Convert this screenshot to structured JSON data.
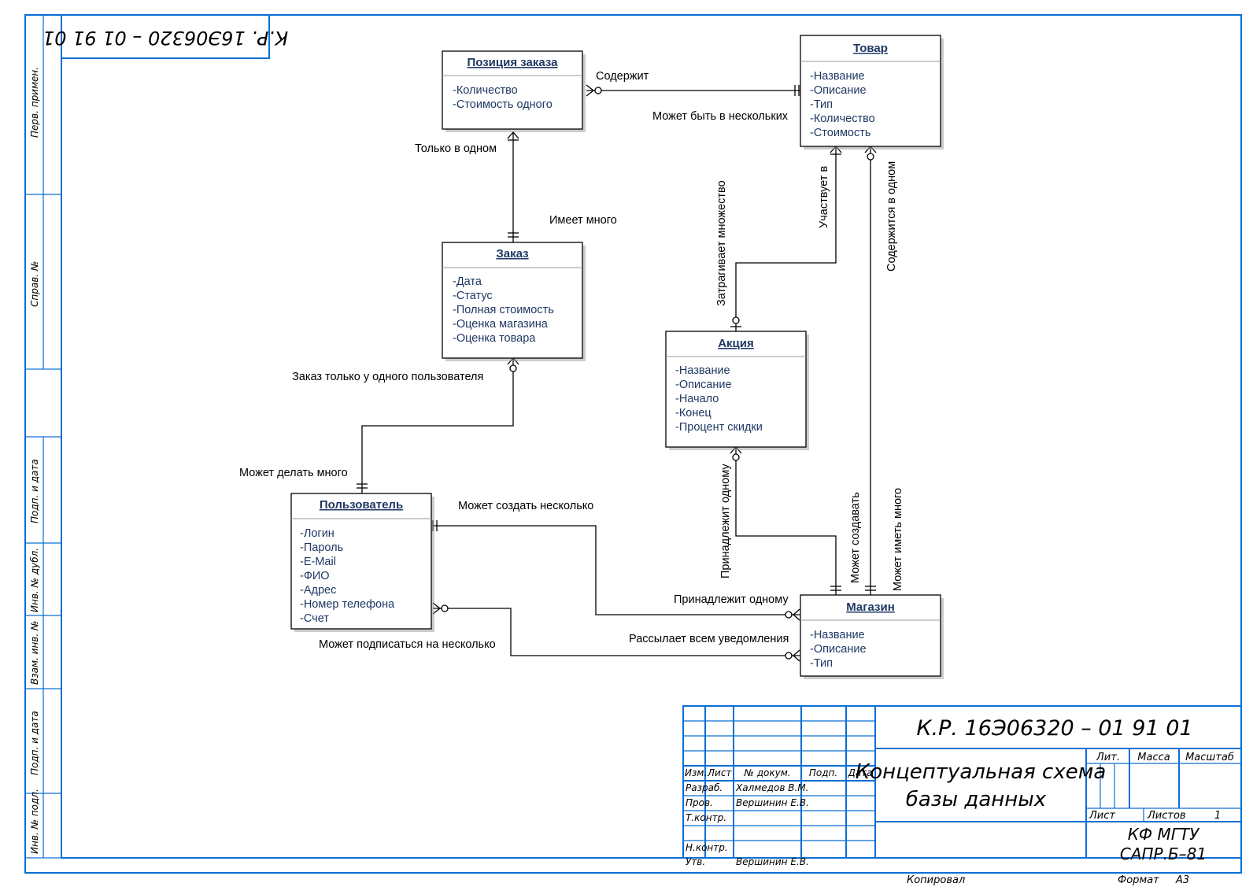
{
  "stamp_code_rotated": "К.Р. 16Э06320 – 01 91 01",
  "side_labels": [
    "Перв. примен.",
    "Справ. №",
    "Подп. и дата",
    "Инв. № дубл.",
    "Взам. инв. №",
    "Подп. и дата",
    "Инв. № подл."
  ],
  "entities": {
    "order_item": {
      "title": "Позиция заказа",
      "attrs": [
        "-Количество",
        "-Стоимость одного"
      ]
    },
    "product": {
      "title": "Товар",
      "attrs": [
        "-Название",
        "-Описание",
        "-Тип",
        "-Количество",
        "-Стоимость"
      ]
    },
    "order": {
      "title": "Заказ",
      "attrs": [
        "-Дата",
        "-Статус",
        "-Полная стоимость",
        "-Оценка магазина",
        "-Оценка товара"
      ]
    },
    "promo": {
      "title": "Акция",
      "attrs": [
        "-Название",
        "-Описание",
        "-Начало",
        "-Конец",
        "-Процент скидки"
      ]
    },
    "user": {
      "title": "Пользователь",
      "attrs": [
        "-Логин",
        "-Пароль",
        "-E-Mail",
        "-ФИО",
        "-Адрес",
        "-Номер телефона",
        "-Счет"
      ]
    },
    "shop": {
      "title": "Магазин",
      "attrs": [
        "-Название",
        "-Описание",
        "-Тип"
      ]
    }
  },
  "relations": {
    "contains": "Содержит",
    "may_be_several": "Может быть в нескольких",
    "only_in_one": "Только в одном",
    "has_many": "Имеет много",
    "participates_in": "Участвует в",
    "affects_many": "Затрагивает множество",
    "contained_in_one": "Содержится в одном",
    "order_only_one_user": "Заказ только у одного пользователя",
    "can_make_many": "Может делать много",
    "can_create_several": "Может создать несколько",
    "belongs_to_one_promo": "Принадлежит одному",
    "can_create": "Может создавать",
    "may_have_many": "Может иметь много",
    "belongs_to_one_shop": "Принадлежит одному",
    "sends_notifications": "Рассылает всем уведомления",
    "can_subscribe_several": "Может подписаться на несколько"
  },
  "title_block": {
    "code": "К.Р. 16Э06320 – 01 91 01",
    "title_line1": "Концептуальная схема",
    "title_line2": "базы данных",
    "col_izm": "Изм.",
    "col_list": "Лист",
    "col_doc": "№ докум.",
    "col_podp": "Подп.",
    "col_date": "Дата",
    "razrab": "Разраб.",
    "razrab_name": "Халмедов В.М.",
    "prov": "Пров.",
    "prov_name": "Вершинин Е.В.",
    "tkontr": "Т.контр.",
    "nkontr": "Н.контр.",
    "utv": "Утв.",
    "utv_name": "Вершинин Е.В.",
    "lit": "Лит.",
    "massa": "Масса",
    "masshtab": "Масштаб",
    "list": "Лист",
    "listov": "Листов",
    "listov_value": "1",
    "org_line1": "КФ МГТУ",
    "org_line2": "САПР.Б–81",
    "kopiroval": "Копировал",
    "format": "Формат",
    "format_value": "А3"
  }
}
